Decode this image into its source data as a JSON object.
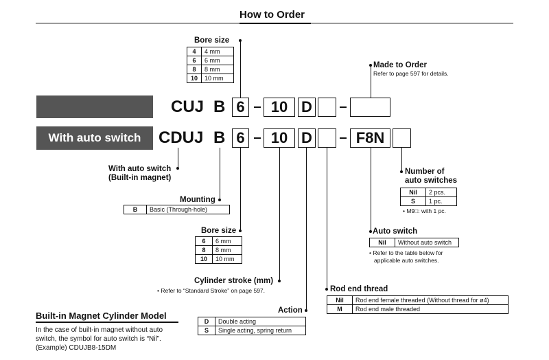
{
  "title": "How to Order",
  "row1": {
    "label": "",
    "code": "CUJ",
    "mount": "B",
    "bore": "6",
    "stroke": "10",
    "action": "D",
    "made_to_order": ""
  },
  "row2": {
    "label": "With auto switch",
    "code": "CDUJ",
    "mount": "B",
    "bore": "6",
    "stroke": "10",
    "action": "D",
    "switch": "F8N"
  },
  "bore_top": {
    "label": "Bore size",
    "rows": [
      [
        "4",
        "4 mm"
      ],
      [
        "6",
        "6 mm"
      ],
      [
        "8",
        "8 mm"
      ],
      [
        "10",
        "10 mm"
      ]
    ]
  },
  "made_to_order": {
    "label": "Made to Order",
    "note": "Refer to page 597 for details."
  },
  "with_auto_switch": {
    "line1": "With auto switch",
    "line2": "(Built-in magnet)"
  },
  "mounting": {
    "label": "Mounting",
    "rows": [
      [
        "B",
        "Basic (Through-hole)"
      ]
    ]
  },
  "bore_bottom": {
    "label": "Bore size",
    "rows": [
      [
        "6",
        "6 mm"
      ],
      [
        "8",
        "8 mm"
      ],
      [
        "10",
        "10 mm"
      ]
    ]
  },
  "stroke": {
    "label": "Cylinder stroke (mm)",
    "note": "• Refer to “Standard Stroke” on page 597."
  },
  "action": {
    "label": "Action",
    "rows": [
      [
        "D",
        "Double acting"
      ],
      [
        "S",
        "Single acting, spring return"
      ]
    ]
  },
  "rod_end": {
    "label": "Rod end thread",
    "rows": [
      [
        "Nil",
        "Rod end female threaded (Without thread for ø4)"
      ],
      [
        "M",
        "Rod end male threaded"
      ]
    ]
  },
  "auto_switch": {
    "label": "Auto switch",
    "rows": [
      [
        "Nil",
        "Without auto switch"
      ]
    ],
    "note1": "• Refer to the table below for",
    "note2": "applicable auto switches."
  },
  "num_switches": {
    "line1": "Number of",
    "line2": "auto switches",
    "rows": [
      [
        "Nil",
        "2 pcs."
      ],
      [
        "S",
        "1 pc."
      ]
    ],
    "note": "• M9□: with 1 pc."
  },
  "builtin": {
    "heading": "Built-in Magnet Cylinder Model",
    "p1": "In the case of built-in magnet without auto",
    "p2": "switch, the symbol for auto switch is “Nil”.",
    "p3": "(Example) CDUJB8-15DM"
  }
}
